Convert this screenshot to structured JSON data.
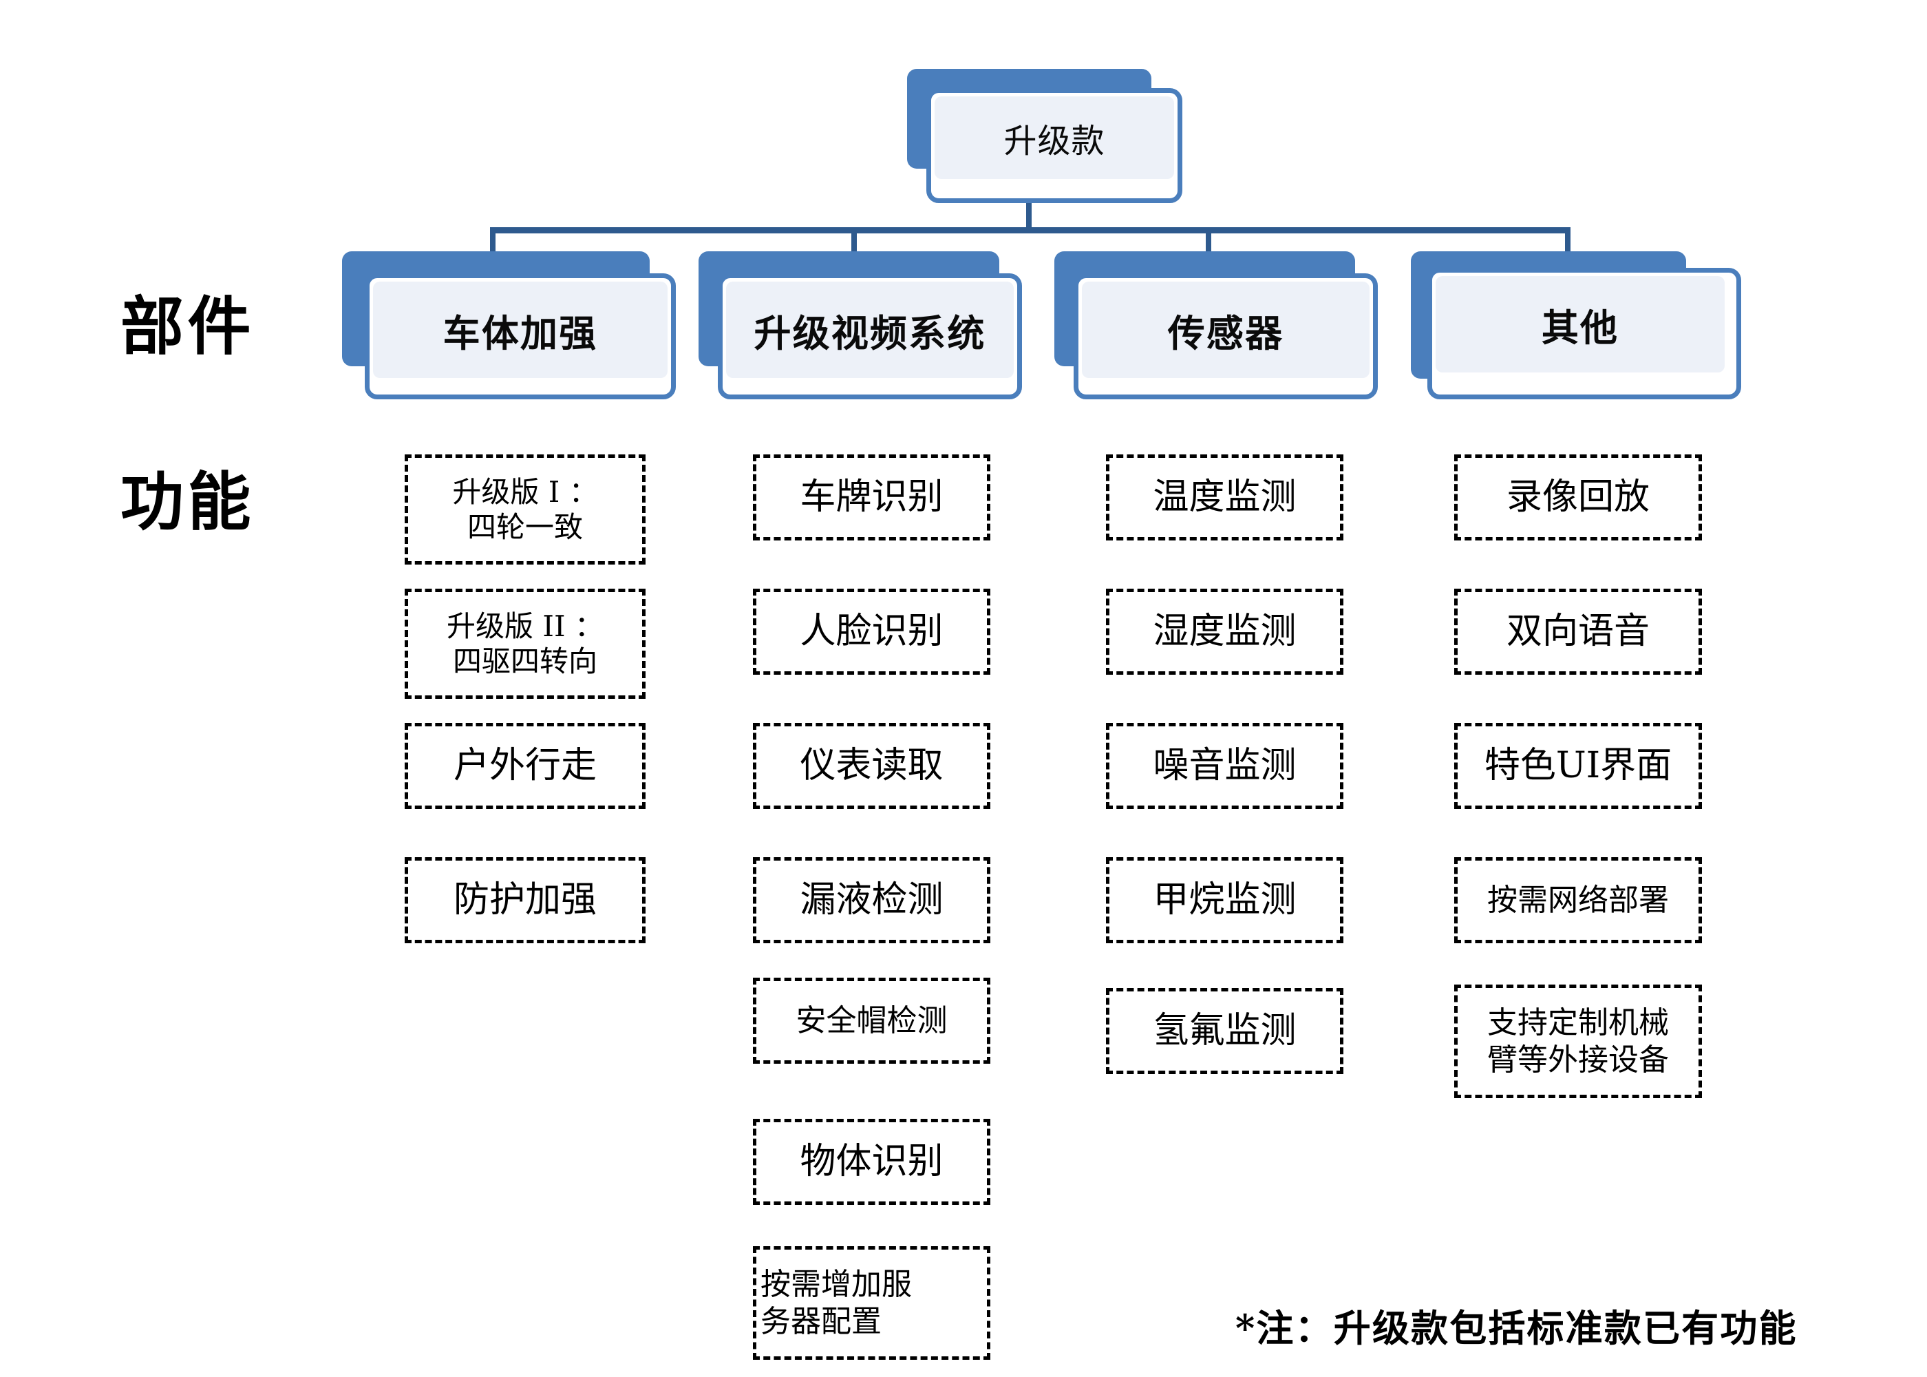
{
  "diagram": {
    "root": {
      "label": "升级款"
    },
    "row_labels": [
      {
        "key": "components",
        "label": "部件"
      },
      {
        "key": "functions",
        "label": "功能"
      }
    ],
    "columns": [
      {
        "id": "body-reinforcement",
        "title": "车体加强",
        "functions": [
          {
            "text": "升级版 I ：\n四轮一致",
            "lines": 2
          },
          {
            "text": "升级版 II ：\n四驱四转向",
            "lines": 2
          },
          {
            "text": "户外行走",
            "lines": 1
          },
          {
            "text": "防护加强",
            "lines": 1
          }
        ]
      },
      {
        "id": "upgraded-video-system",
        "title": "升级视频系统",
        "functions": [
          {
            "text": "车牌识别",
            "lines": 1
          },
          {
            "text": "人脸识别",
            "lines": 1
          },
          {
            "text": "仪表读取",
            "lines": 1
          },
          {
            "text": "漏液检测",
            "lines": 1
          },
          {
            "text": "安全帽检测",
            "lines": 1
          },
          {
            "text": "物体识别",
            "lines": 1
          },
          {
            "text": "按需增加服\n务器配置",
            "lines": 2
          }
        ]
      },
      {
        "id": "sensors",
        "title": "传感器",
        "functions": [
          {
            "text": "温度监测",
            "lines": 1
          },
          {
            "text": "湿度监测",
            "lines": 1
          },
          {
            "text": "噪音监测",
            "lines": 1
          },
          {
            "text": "甲烷监测",
            "lines": 1
          },
          {
            "text": "氢氟监测",
            "lines": 1
          }
        ]
      },
      {
        "id": "others",
        "title": "其他",
        "functions": [
          {
            "text": "录像回放",
            "lines": 1
          },
          {
            "text": "双向语音",
            "lines": 1
          },
          {
            "text": "特色UI界面",
            "lines": 1
          },
          {
            "text": "按需网络部署",
            "lines": 1
          },
          {
            "text": "支持定制机械\n臂等外接设备",
            "lines": 2
          }
        ]
      }
    ],
    "footnote": "*注：升级款包括标准款已有功能",
    "colors": {
      "card_blue": "#4A7EBC",
      "card_inner": "#EDF1F8",
      "connector": "#2E5A8E",
      "background": "#FFFFFF",
      "text": "#000000"
    }
  }
}
